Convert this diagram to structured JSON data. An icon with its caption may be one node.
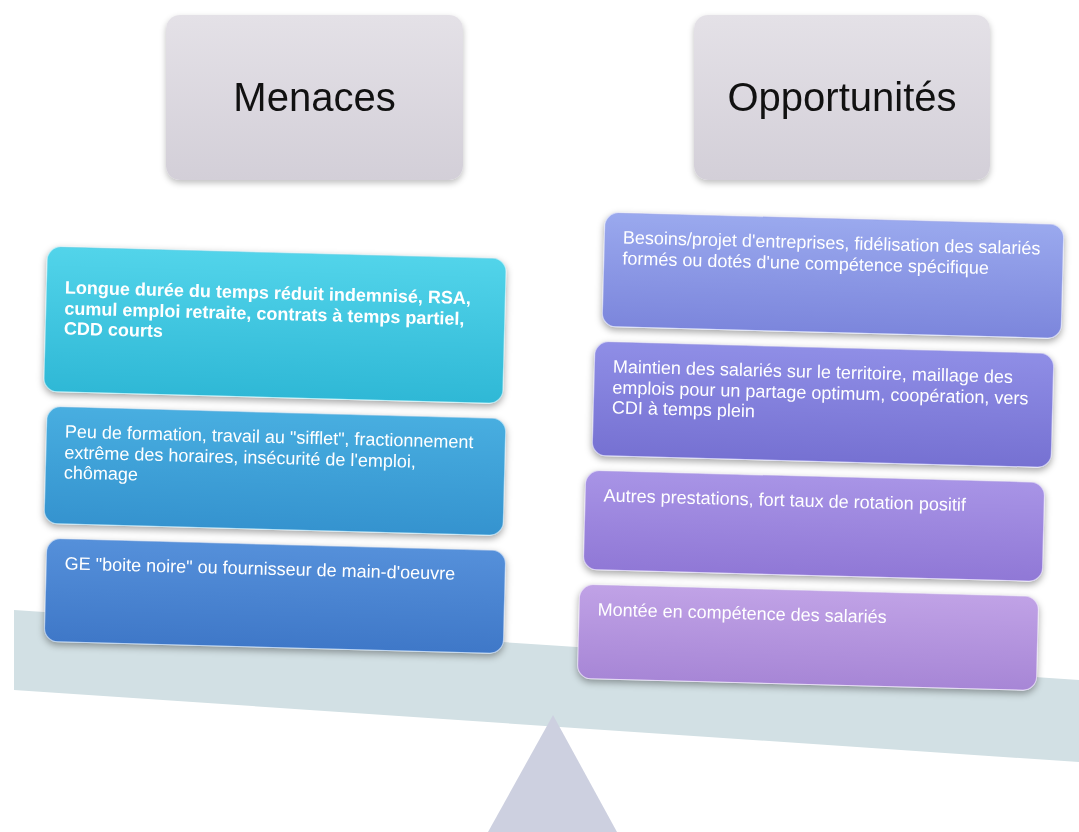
{
  "diagram": {
    "nodes": [
      {
        "text": [
          "Menaces"
        ]
      },
      {
        "text": [
          "Opportunités"
        ]
      },
      {
        "text": [
          "Longue durée du temps réduit indemnisé, RSA, cumul emploi retraite, contrats à temps partiel, CDD courts"
        ]
      },
      {
        "text": [
          "Peu de formation, travail au \"sifflet\", fractionnement extrême des horaires, insécurité de l'emploi, chômage"
        ]
      },
      {
        "text": [
          "GE \"boite noire\" ou fournisseur de main-d'oeuvre"
        ]
      },
      {
        "text": [
          "Besoins/projet d'entreprises, fidélisation des salariés formés ou dotés d'une compétence spécifique"
        ]
      },
      {
        "text": [
          "Maintien des salariés sur le territoire, maillage des emplois pour un partage optimum, coopération, vers CDI à temps plein"
        ]
      },
      {
        "text": [
          "Autres prestations, fort taux de rotation positif"
        ]
      },
      {
        "text": [
          "Montée en compétence des salariés"
        ]
      }
    ]
  }
}
